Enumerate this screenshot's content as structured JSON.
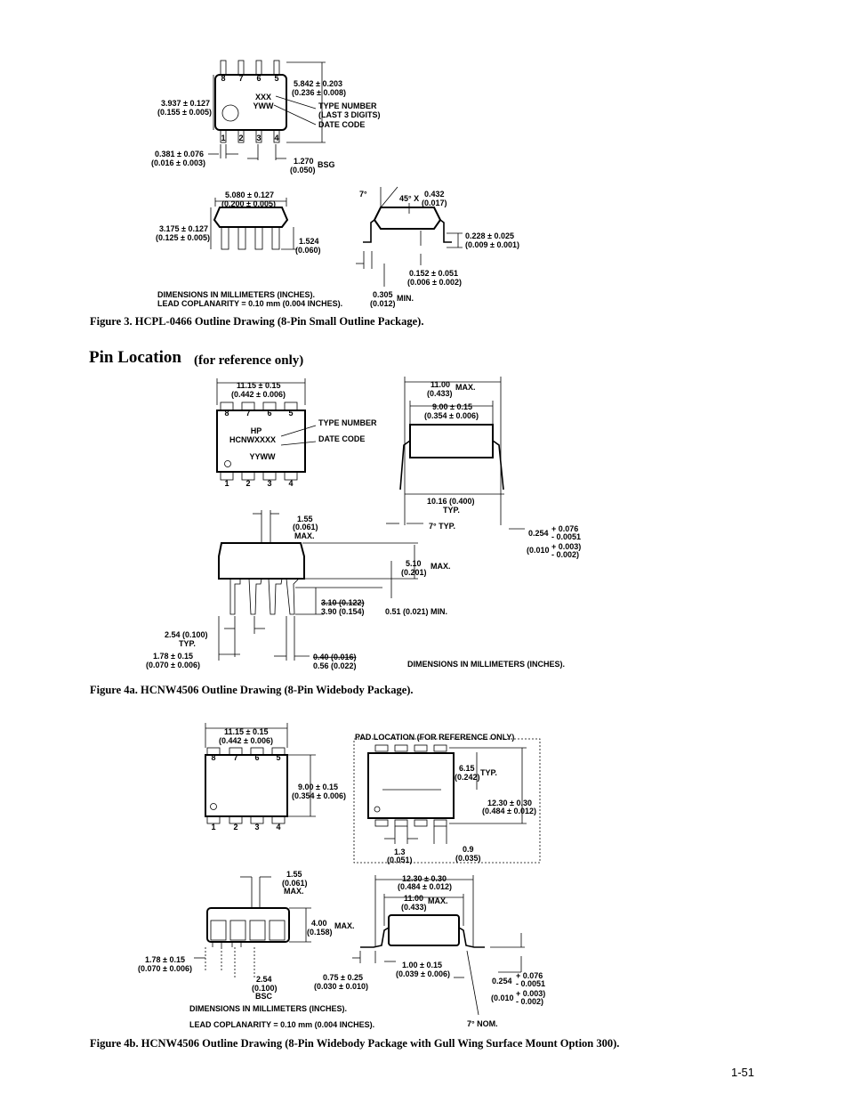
{
  "fig3": {
    "caption": "Figure 3. HCPL-0466 Outline Drawing (8-Pin Small Outline Package).",
    "pins_top": [
      "8",
      "7",
      "6",
      "5"
    ],
    "pins_bottom": [
      "1",
      "2",
      "3",
      "4"
    ],
    "marking_1": "XXX",
    "marking_2": "YWW",
    "dim_width_mm": "5.842 ± 0.203",
    "dim_width_in": "(0.236 ± 0.008)",
    "type_number_1": "TYPE NUMBER",
    "type_number_2": "(LAST 3 DIGITS)",
    "date_code": "DATE CODE",
    "dim_height_mm": "3.937 ± 0.127",
    "dim_height_in": "(0.155 ± 0.005)",
    "dim_lead_mm": "0.381 ± 0.076",
    "dim_lead_in": "(0.016 ± 0.003)",
    "dim_pitch_mm": "1.270",
    "dim_pitch_in": "(0.050)",
    "dim_pitch_suffix": "BSG",
    "dim_length_mm": "5.080 ± 0.127",
    "dim_length_in": "(0.200 ± 0.005)",
    "dim_body_h_mm": "3.175 ± 0.127",
    "dim_body_h_in": "(0.125 ± 0.005)",
    "dim_overall_h_mm": "1.524",
    "dim_overall_h_in": "(0.060)",
    "angle_7": "7°",
    "chamfer": "45° X",
    "chamfer_mm": "0.432",
    "chamfer_in": "(0.017)",
    "dim_lead_thk_mm": "0.228 ± 0.025",
    "dim_lead_thk_in": "(0.009 ± 0.001)",
    "dim_standoff_mm": "0.152 ± 0.051",
    "dim_standoff_in": "(0.006 ± 0.002)",
    "dim_foot_mm": "0.305",
    "dim_foot_in": "(0.012)",
    "dim_foot_suffix": "MIN.",
    "note_1": "DIMENSIONS IN MILLIMETERS (INCHES).",
    "note_2": "LEAD COPLANARITY = 0.10 mm (0.004 INCHES)."
  },
  "pin_location": {
    "heading": "Pin Location",
    "subheading": "(for reference only)"
  },
  "fig4a": {
    "caption": "Figure 4a. HCNW4506 Outline Drawing (8-Pin Widebody Package).",
    "pins_top": [
      "8",
      "7",
      "6",
      "5"
    ],
    "pins_bottom": [
      "1",
      "2",
      "3",
      "4"
    ],
    "dim_len_mm": "11.15 ± 0.15",
    "dim_len_in": "(0.442 ± 0.006)",
    "marking_1": "HP",
    "marking_2": "HCNWXXXX",
    "marking_3": "YYWW",
    "type_number": "TYPE NUMBER",
    "date_code": "DATE CODE",
    "dim_max_w_mm": "11.00",
    "dim_max_w_in": "(0.433)",
    "dim_max_w_suffix": "MAX.",
    "dim_body_w_mm": "9.00 ± 0.15",
    "dim_body_w_in": "(0.354 ± 0.006)",
    "dim_row_sp": "10.16 (0.400)",
    "dim_row_sp_suffix": "TYP.",
    "angle": "7° TYP.",
    "lead_thk_base": "0.254",
    "lead_thk_plus": "+ 0.076",
    "lead_thk_minus": "- 0.0051",
    "lead_thk_in_base": "(0.010",
    "lead_thk_in_plus": "+ 0.003)",
    "lead_thk_in_minus": "- 0.002)",
    "dim_standoff_mm": "1.55",
    "dim_standoff_in": "(0.061)",
    "dim_standoff_suffix": "MAX.",
    "dim_height_mm": "5.10",
    "dim_height_in": "(0.201)",
    "dim_height_suffix": "MAX.",
    "dim_lead_len_old": "3.10 (0.122)",
    "dim_lead_len": "3.90 (0.154)",
    "dim_seat": "0.51 (0.021) MIN.",
    "dim_pitch": "2.54 (0.100)",
    "dim_pitch_suffix": "TYP.",
    "dim_lead_w_mm": "1.78 ± 0.15",
    "dim_lead_w_in": "(0.070 ± 0.006)",
    "dim_lead_d_old": "0.40 (0.016)",
    "dim_lead_d": "0.56 (0.022)",
    "note": "DIMENSIONS IN MILLIMETERS (INCHES)."
  },
  "fig4b": {
    "caption": "Figure 4b. HCNW4506 Outline Drawing (8-Pin Widebody Package with Gull Wing Surface Mount Option 300).",
    "pins_top": [
      "8",
      "7",
      "6",
      "5"
    ],
    "pins_bottom": [
      "1",
      "2",
      "3",
      "4"
    ],
    "dim_len_mm": "11.15 ± 0.15",
    "dim_len_in": "(0.442 ± 0.006)",
    "dim_body_w_mm": "9.00 ± 0.15",
    "dim_body_w_in": "(0.354 ± 0.006)",
    "pad_title": "PAD LOCATION (FOR REFERENCE ONLY)",
    "pad_sp_mm": "6.15",
    "pad_sp_in": "(0.242)",
    "pad_sp_suffix": "TYP.",
    "pad_total_mm": "12.30 ± 0.30",
    "pad_total_in": "(0.484 ± 0.012)",
    "pad_pitch_mm": "1.3",
    "pad_pitch_in": "(0.051)",
    "pad_w_mm": "0.9",
    "pad_w_in": "(0.035)",
    "dim_standoff_mm": "1.55",
    "dim_standoff_in": "(0.061)",
    "dim_standoff_suffix": "MAX.",
    "dim_height_mm": "4.00",
    "dim_height_in": "(0.158)",
    "dim_height_suffix": "MAX.",
    "dim_lead_w_mm": "1.78 ± 0.15",
    "dim_lead_w_in": "(0.070 ± 0.006)",
    "dim_pitch_mm": "2.54",
    "dim_pitch_in": "(0.100)",
    "dim_pitch_suffix": "BSC",
    "gw_total_mm": "12.30 ± 0.30",
    "gw_total_in": "(0.484 ± 0.012)",
    "gw_max_mm": "11.00",
    "gw_max_in": "(0.433)",
    "gw_max_suffix": "MAX.",
    "gw_foot_mm": "0.75 ± 0.25",
    "gw_foot_in": "(0.030 ± 0.010)",
    "gw_standoff_mm": "1.00 ± 0.15",
    "gw_standoff_in": "(0.039 ± 0.006)",
    "lead_thk_base": "0.254",
    "lead_thk_plus": "+ 0.076",
    "lead_thk_minus": "- 0.0051",
    "lead_thk_in_base": "(0.010",
    "lead_thk_in_plus": "+ 0.003)",
    "lead_thk_in_minus": "- 0.002)",
    "angle": "7° NOM.",
    "note_1": "DIMENSIONS IN MILLIMETERS (INCHES).",
    "note_2": "LEAD COPLANARITY = 0.10 mm (0.004 INCHES)."
  },
  "page_number": "1-51"
}
